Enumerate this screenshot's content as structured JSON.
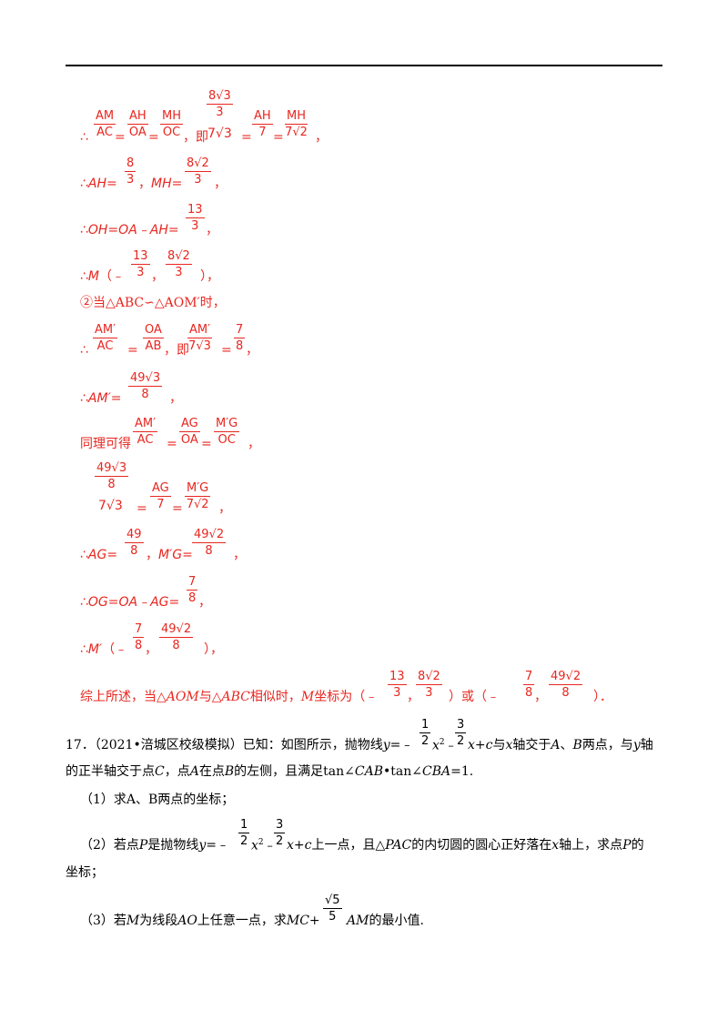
{
  "lines": {
    "l1": "∴AC=OA=OC，即 7√3 = 7 = 7√2 ，",
    "l2": "∴AH= 3 ，MH= 3 ，",
    "l3": "∴OH=OA﹣AH= 3 ，",
    "l4": "∴M（﹣ 3 ， 3 ），",
    "l5": "②当△ABC∽△AOM′时，",
    "l6": "∴ AC = AB ，即 7√3 = 8 ，",
    "l7": "∴AM′= 8 ，",
    "l8": "同理可得 AC =OA= OC ，",
    "l9": "8 7√3 = 7 = 7√2 ，",
    "l10": "∴AG= 8 ，M′G= 8 ，",
    "l11": "∴OG=OA﹣AG= 8 ，",
    "l12": "∴M′（﹣ 8 ， 8 ），",
    "l13": "综上所述，当△AOM与△ABC相似时，M坐标为（﹣ 3 ， 3 ）或（﹣ 8 ， 8 ）．",
    "q17a": "17．（2021•涪城区校级模拟）已知：如图所示，抛物线y=﹣ 2 x² ﹣ 2 x+c与x轴交于A、B两点，与y轴",
    "q17b": "的正半轴交于点C，点A在点B的左侧，且满足tan∠CAB•tan∠CBA=1.",
    "q1": "（1）求A、B两点的坐标；",
    "q2a": "（2）若点P是抛物线y=﹣ 2 x² ﹣ 2 x+c上一点，且△PAC的内切圆的圆心正好落在x轴上，求点P的",
    "q2b": "坐标；",
    "q3": "（3）若M为线段AO上任意一点，求MC+ 5 AM的最小值."
  },
  "fracs": {
    "f_am_ac": {
      "n": "AM",
      "d": "AC"
    },
    "f_ah_oa": {
      "n": "AH",
      "d": "OA"
    },
    "f_mh_oc": {
      "n": "MH",
      "d": "OC"
    },
    "f_big_top": {
      "n": "8√3",
      "d": "3"
    },
    "f_ah_7": {
      "n": "AH",
      "d": "7"
    },
    "f_mh_7r2": {
      "n": "MH",
      "d": "7√2"
    },
    "f_8_3": {
      "n": "8",
      "d": "3"
    },
    "f_8r2_3": {
      "n": "8√2",
      "d": "3"
    },
    "f_13_3": {
      "n": "13",
      "d": "3"
    },
    "f_13_3b": {
      "n": "13",
      "d": "3"
    },
    "f_8r2_3b": {
      "n": "8√2",
      "d": "3"
    },
    "f_amp_ac": {
      "n": "AM′",
      "d": "AC"
    },
    "f_oa_ab": {
      "n": "OA",
      "d": "AB"
    },
    "f_amp_7r3": {
      "n": "AM′",
      "d": "7√3"
    },
    "f_7_8": {
      "n": "7",
      "d": "8"
    },
    "f_49r3_8": {
      "n": "49√3",
      "d": "8"
    },
    "f_amp_ac2": {
      "n": "AM′",
      "d": "AC"
    },
    "f_ag_oa": {
      "n": "AG",
      "d": "OA"
    },
    "f_mg_oc": {
      "n": "M′G",
      "d": "OC"
    },
    "f_49r3_8b": {
      "n": "49√3",
      "d": "8"
    },
    "f_ag_7": {
      "n": "AG",
      "d": "7"
    },
    "f_mg_7r2": {
      "n": "M′G",
      "d": "7√2"
    },
    "f_49_8": {
      "n": "49",
      "d": "8"
    },
    "f_49r2_8": {
      "n": "49√2",
      "d": "8"
    },
    "f_7_8b": {
      "n": "7",
      "d": "8"
    },
    "f_7_8c": {
      "n": "7",
      "d": "8"
    },
    "f_49r2_8b": {
      "n": "49√2",
      "d": "8"
    },
    "f_s13_3": {
      "n": "13",
      "d": "3"
    },
    "f_s8r2_3": {
      "n": "8√2",
      "d": "3"
    },
    "f_s7_8": {
      "n": "7",
      "d": "8"
    },
    "f_s49r2_8": {
      "n": "49√2",
      "d": "8"
    },
    "f_q1_2": {
      "n": "1",
      "d": "2"
    },
    "f_q3_2": {
      "n": "3",
      "d": "2"
    },
    "f_q1_2b": {
      "n": "1",
      "d": "2"
    },
    "f_q3_2b": {
      "n": "3",
      "d": "2"
    },
    "f_r5_5": {
      "n": "√5",
      "d": "5"
    }
  },
  "colors": {
    "solution": "#e8261f",
    "question": "#000000"
  }
}
